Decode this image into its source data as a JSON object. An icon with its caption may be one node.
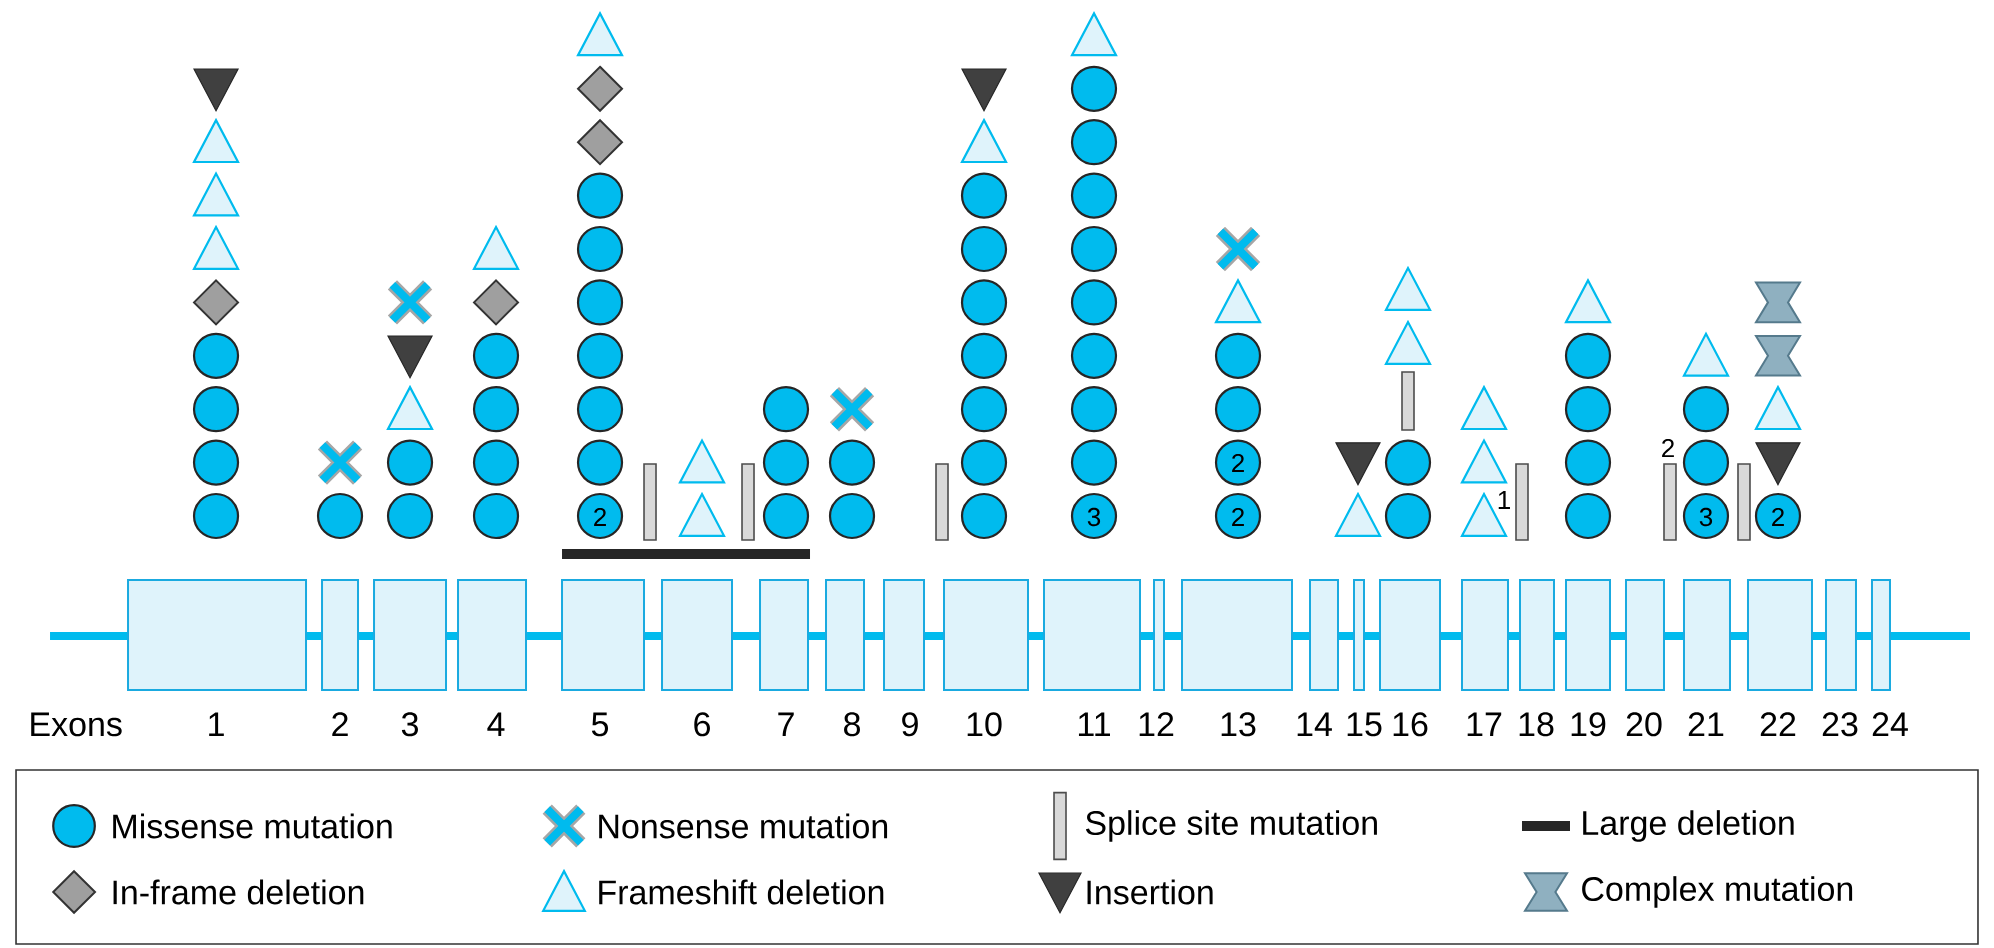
{
  "diagram": {
    "nodes": [
      {
        "text": [
          "1"
        ]
      },
      {
        "text": [
          "2"
        ]
      },
      {
        "text": [
          "3"
        ]
      },
      {
        "text": [
          "4"
        ]
      },
      {
        "text": [
          "5"
        ]
      },
      {
        "text": [
          "6"
        ]
      },
      {
        "text": [
          "7"
        ]
      },
      {
        "text": [
          "8"
        ]
      },
      {
        "text": [
          "9"
        ]
      },
      {
        "text": [
          "10"
        ]
      },
      {
        "text": [
          "11"
        ]
      },
      {
        "text": [
          "12"
        ]
      },
      {
        "text": [
          "13"
        ]
      },
      {
        "text": [
          "14"
        ]
      },
      {
        "text": [
          "15"
        ]
      },
      {
        "text": [
          "16"
        ]
      },
      {
        "text": [
          "17"
        ]
      },
      {
        "text": [
          "18"
        ]
      },
      {
        "text": [
          "19"
        ]
      },
      {
        "text": [
          "20"
        ]
      },
      {
        "text": [
          "21"
        ]
      },
      {
        "text": [
          "22"
        ]
      },
      {
        "text": [
          "23"
        ]
      },
      {
        "text": [
          "24"
        ]
      }
    ],
    "edges": [
      {
        "from": null,
        "to": 0,
        "arrow": "none"
      },
      {
        "from": 0,
        "to": 1,
        "arrow": "none"
      },
      {
        "from": 1,
        "to": 2,
        "arrow": "none"
      },
      {
        "from": 2,
        "to": 3,
        "arrow": "none"
      },
      {
        "from": 3,
        "to": 4,
        "arrow": "none"
      },
      {
        "from": 4,
        "to": 5,
        "arrow": "none"
      },
      {
        "from": 5,
        "to": 6,
        "arrow": "none"
      },
      {
        "from": 6,
        "to": 7,
        "arrow": "none"
      },
      {
        "from": 7,
        "to": 8,
        "arrow": "none"
      },
      {
        "from": 8,
        "to": 9,
        "arrow": "none"
      },
      {
        "from": 9,
        "to": 10,
        "arrow": "none"
      },
      {
        "from": 10,
        "to": 11,
        "arrow": "none"
      },
      {
        "from": 11,
        "to": 12,
        "arrow": "none"
      },
      {
        "from": 12,
        "to": 13,
        "arrow": "none"
      },
      {
        "from": 13,
        "to": 14,
        "arrow": "none"
      },
      {
        "from": 14,
        "to": 15,
        "arrow": "none"
      },
      {
        "from": 15,
        "to": 16,
        "arrow": "none"
      },
      {
        "from": 16,
        "to": 17,
        "arrow": "none"
      },
      {
        "from": 17,
        "to": 18,
        "arrow": "none"
      },
      {
        "from": 18,
        "to": 19,
        "arrow": "none"
      },
      {
        "from": 19,
        "to": 20,
        "arrow": "none"
      },
      {
        "from": 20,
        "to": 21,
        "arrow": "none"
      },
      {
        "from": 21,
        "to": 22,
        "arrow": "none"
      },
      {
        "from": 22,
        "to": 23,
        "arrow": "none"
      },
      {
        "from": 23,
        "to": null,
        "arrow": "none"
      }
    ],
    "labels": [
      "2",
      "3",
      "2",
      "2",
      "1",
      "2",
      "3",
      "2",
      "Exons"
    ],
    "legend": [
      {
        "text": "Missense mutation"
      },
      {
        "text": "Nonsense mutation"
      },
      {
        "text": "Splice site mutation"
      },
      {
        "text": "Large deletion"
      },
      {
        "text": "In-frame deletion"
      },
      {
        "text": "Frameshift deletion"
      },
      {
        "text": "Insertion"
      },
      {
        "text": "Complex mutation"
      }
    ]
  }
}
